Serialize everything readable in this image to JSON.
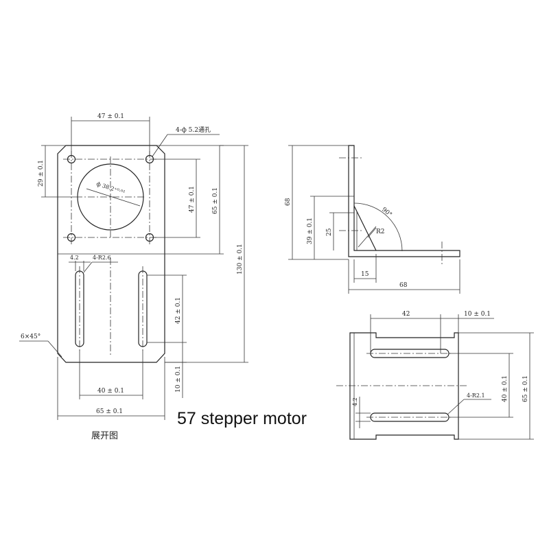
{
  "caption": "57 stepper motor",
  "subcaption": "展开图",
  "flat": {
    "hole_spacing": "47 ± 0.1",
    "hole_callout": "4-ф 5.2通孔",
    "top_offset": "29 ± 0.1",
    "bore": "ф 38.2⁺⁰·⁰²",
    "hole_spacing_v": "47 ± 0.1",
    "plate_height": "65 ± 0.1",
    "overall_height": "130 ± 0.1",
    "slot_width": "4.2",
    "slot_radius": "4-R2.6",
    "chamfer": "6×45°",
    "slot_length": "42 ± 0.1",
    "slot_bottom": "10 ± 0.1",
    "slot_spacing": "40 ± 0.1",
    "width": "65 ± 0.1"
  },
  "side": {
    "height": "68",
    "angle": "90°",
    "gusset_height": "39 ± 0.1",
    "gusset_inner": "25",
    "radius": "R2",
    "gusset_base": "15",
    "length": "68"
  },
  "top": {
    "slot_length": "42",
    "end_offset": "10 ± 0.1",
    "slot_spacing": "40 ± 0.1",
    "width": "65 ± 0.1",
    "slot_width": "4.2",
    "slot_radius": "4-R2.1"
  }
}
